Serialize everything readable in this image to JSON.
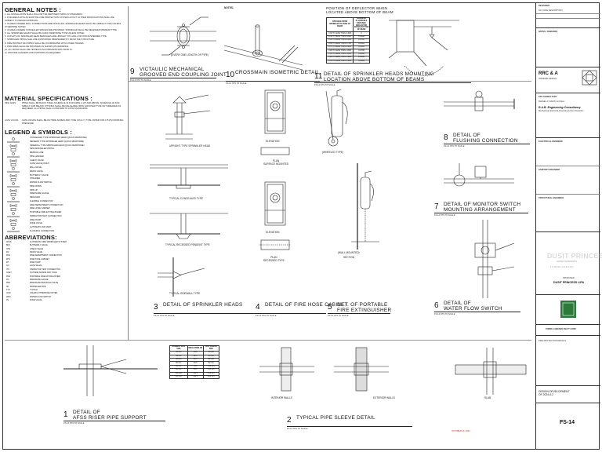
{
  "general_notes": {
    "title": "GENERAL NOTES :",
    "items": [
      "1. ALL INSTALLATION SHALL FOLLOW THE PERTINENT NFPA-13 STANDARDS.",
      "2. FOR AREAS WITH AN EXISTING FIRE PROTECTION SYSTEM LAYOUT, SYSTEM MODIFICATIONS SHALL BE SUBJECT TO DESIGN APPROVAL.",
      "3. IN AREAS WHERE WALL CONNECTIONS ARE INSTALLED, SPRINKLER HEADS SHALL BE UPRIGHT TYPE UNLESS OTHERWISE NOTED.",
      "4. IN AREAS WHERE CONCEALED SPACES ARE PROVIDED, SPRINKLER SHALL BE RECESSED PENDENT TYPE.",
      "5. ALL SPRINKLER HEADS SHALL BE QUICK RESPONSE TYPE UNLESS NOTED.",
      "6. OUTLETS OF SPRINKLER HEAD BRANCHES ARE UPRIGHT TO A WALL OR NON-SUSPENDED TYPE.",
      "7. SPRINKLER PIPING SHALL BE SUPPORTED INDEPENDENTLY FROM THE STRUCTURE.",
      "8. FIRE PROTECTION PIPING SHALL BE COORDINATED WITH OTHER TRADES.",
      "9. PIPE SIZES SHALL BE PROVIDED AS SHOWN ON DRAWINGS.",
      "10. ALL PIPING SHALL BE TESTED IN ACCORDANCE WITH NFPA 13.",
      "11. PROVIDE HANGERS AND SUPPORTS AS REQUIRED."
    ]
  },
  "material_specs": {
    "title": "MATERIAL SPECIFICATIONS :",
    "pipe_label": "PIPE SIZES",
    "pipe_text": "PIPES SHALL BE BLACK STEEL SCHEDULE 40 FOR SIZES 2-1/2\" AND ABOVE, SCHEDULE 40 FOR SIZES 2\" AND BELOW. FITTINGS SHALL BE MALLEABLE IRON, GROOVED TYPE OR THREADED AS REQUIRED. ALL PIPING SHALL CONFORM TO ASTM STANDARDS.",
    "valve_label": "GATE VALVES",
    "valve_text": "GATE VALVES SHALL BE OUTSIDE SCREW AND YOKE (OS & Y) TYPE, RATED FOR 175 PSI WORKING PRESSURE."
  },
  "legend": {
    "title": "LEGEND & SYMBOLS :",
    "items": [
      "CONCEALED TYPE SPRINKLER HEAD (QUICK RESPONSE)",
      "PENDENT TYPE SPRINKLER HEAD (QUICK RESPONSE)",
      "SIDEWALL TYPE SPRINKLER HEAD (QUICK RESPONSE)",
      "NEW SPRINKLER PIPING",
      "BRANCH LINE",
      "PIPE HANGER",
      "CHECK VALVE",
      "GATE VALVE (OS&Y)",
      "BALL VALVE",
      "DRAIN VALVE",
      "BUTTERFLY VALVE",
      "STRAINER",
      "WATER FLOW SWITCH",
      "PIPE DOWN",
      "PIPE UP",
      "PRESSURE GAUGE",
      "REDUCER",
      "FLEXIBLE CONNECTOR",
      "FIRE DEPARTMENT CONNECTION",
      "FIRE HOSE CABINET",
      "PORTABLE FIRE EXTINGUISHER",
      "INSPECTOR TEST CONNECTION",
      "FIRE PUMP",
      "ZONE VALVE",
      "AUTOMATIC AIR VENT",
      "FLUSHING CONNECTION"
    ]
  },
  "abbreviations": {
    "title": "ABBREVIATIONS:",
    "items": [
      [
        "AFSS",
        "AUTOMATIC FIRE SPRINKLER SYSTEM"
      ],
      [
        "BFV",
        "BUTTERFLY VALVE"
      ],
      [
        "CHV",
        "CHECK VALVE"
      ],
      [
        "DV",
        "DRAIN VALVE"
      ],
      [
        "FDC",
        "FIRE DEPARTMENT CONNECTION"
      ],
      [
        "FHC",
        "FIRE HOSE CABINET"
      ],
      [
        "FP",
        "FIRE PUMP"
      ],
      [
        "GV",
        "GATE VALVE"
      ],
      [
        "ITC",
        "INSPECTOR TEST CONNECTION"
      ],
      [
        "OS&Y",
        "OUTSIDE SCREW AND YOKE"
      ],
      [
        "PFE",
        "PORTABLE FIRE EXTINGUISHER"
      ],
      [
        "PG",
        "PRESSURE GAUGE"
      ],
      [
        "PRV",
        "PRESSURE REDUCING VALVE"
      ],
      [
        "SP",
        "SPRINKLER PIPE"
      ],
      [
        "TYP",
        "TYPICAL"
      ],
      [
        "UON",
        "UNLESS OTHERWISE NOTED"
      ],
      [
        "WFS",
        "WATER FLOW SWITCH"
      ],
      [
        "ZV",
        "ZONE VALVE"
      ]
    ]
  },
  "details": {
    "d9": {
      "num": "9",
      "title": "VICTAULIC MECHANICAL\nGROOVED END COUPLING JOINT",
      "sub": "FS-14   NTS   TO   SCALE"
    },
    "d10": {
      "num": "10",
      "title": "CROSSMAIN ISOMETRIC DETAIL",
      "sub": "FS-14   NTS   TO   SCALE"
    },
    "d11": {
      "num": "11",
      "title": "DETAIL OF SPRINKLER HEADS MOUNTING\nLOCATION ABOVE BOTTOM OF BEAMS",
      "sub": "FS-14   NTS   TO   SCALE"
    },
    "d3": {
      "num": "3",
      "title": "DETAIL OF SPRINKLER HEADS",
      "sub": "FS-14   NTS   TO   SCALE"
    },
    "d4": {
      "num": "4",
      "title": "DETAIL OF FIRE HOSE CABINET",
      "sub": "FS-14   NTS   TO   SCALE"
    },
    "d5": {
      "num": "5",
      "title": "DET. OF PORTABLE\nFIRE EXTINGUISHER",
      "sub": "FS-14   NTS   TO   SCALE"
    },
    "d6": {
      "num": "6",
      "title": "DETAIL OF\nWATER FLOW SWITCH",
      "sub": "FS-14   NTS   TO   SCALE"
    },
    "d7": {
      "num": "7",
      "title": "DETAIL OF MONITOR SWITCH\nMOUNTING ARRANGEMENT",
      "sub": "FS-14   NTS   TO   SCALE"
    },
    "d8": {
      "num": "8",
      "title": "DETAIL OF\nFLUSHING CONNECTION",
      "sub": "FS-14   NTS   TO   SCALE"
    },
    "d1": {
      "num": "1",
      "title": "DETAIL OF\nAFSS RISER PIPE SUPPORT",
      "sub": "FS-14   NTS   TO   SCALE"
    },
    "d2": {
      "num": "2",
      "title": "TYPICAL PIPE SLEEVE DETAIL",
      "sub": "FS-14   NTS   TO   SCALE"
    }
  },
  "labels": {
    "every_length": "(EVERY ONE LENGTH OF PIPE)",
    "notes_title": "NOTES:",
    "upright": "UPRIGHT TYPE SPRINKLER HEAD",
    "concealed": "TYPICAL CONCEALED TYPE",
    "recessed": "TYPICAL RECESSED PENDENT TYPE",
    "sidewall": "TYPICAL SIDEWALL TYPE",
    "elevation": "ELEVATION",
    "plan_surface": "PLAN\nSURFACE MOUNTED",
    "plan_recessed": "PLAN\nRECESSED TYPE",
    "wheeled": "(WHEELED TYPE)",
    "wall_mounted": "(WALL MOUNTED)",
    "section": "SECTION",
    "interior_walls": "INTERIOR WALLS",
    "exterior_walls": "EXTERIOR WALLS",
    "slab": "SLAB",
    "position_title": "POSITION OF DEFLECTOR WHEN\nLOCATED ABOVE BOTTOM OF BEAM",
    "date_stamp": "OCTOBER 26, 2024"
  },
  "beam_table": {
    "header": [
      "DISTANCE FROM SPRINKLER TO SIDE OF BEAM",
      "MAXIMUM ALLOWABLE DISTANCE DEFLECTOR ABOVE BOTTOM OF BEAM"
    ],
    "rows": [
      [
        "0.00 TO LESS THAN 0.30M",
        "0"
      ],
      [
        "0.30 TO LESS THAN 0.45M",
        "0.064M"
      ],
      [
        "0.45 TO LESS THAN 0.60M",
        "0.076M"
      ],
      [
        "0.60 TO LESS THAN 0.75M",
        "0.102M"
      ],
      [
        "0.75 TO LESS THAN 0.90M",
        "0.152M"
      ],
      [
        "0.90 TO LESS THAN 1.05M",
        "0.178M"
      ],
      [
        "1.05 TO LESS THAN 1.20M",
        "0.203M"
      ],
      [
        "1.20 TO LESS THAN 1.35M",
        "0.254M"
      ],
      [
        "1.35 TO LESS THAN 1.50M",
        "0.305M"
      ]
    ]
  },
  "sleeve_table": {
    "header": [
      "NOMINAL PIPE SIZE",
      "INSULATION OD",
      "PIPE SLEEVE SIZE"
    ],
    "rows": [
      [
        "25 mm",
        "34.0",
        "65 mm"
      ],
      [
        "32 mm",
        "42.5",
        "65 mm"
      ],
      [
        "40 mm",
        "48.5",
        "80 mm"
      ],
      [
        "50 mm",
        "60.5",
        "80 mm"
      ],
      [
        "65 mm",
        "76.0",
        "100 mm"
      ],
      [
        "80 mm",
        "89.0",
        "125 mm"
      ],
      [
        "100 mm",
        "114.5",
        "150 mm"
      ],
      [
        "150 mm",
        "168.5",
        "200 mm"
      ]
    ]
  },
  "title_block": {
    "revisions": "REVISIONS",
    "rev_head": "NO.   DATE   DESCRIPTION",
    "notes_label": "NOTES / REMARKS",
    "firm_name": "RRC & A",
    "firm_sub": "INTERIOR DESIGN",
    "consultant_label": "FPS CONSULTANT",
    "consultant_engineer": "RAFAEL R. DAVID, Architect",
    "consultant_firm": "R.A.B. Engineering Consultancy",
    "consultant_sub": "Mechanical, Electrical, Plumbing & Fire Protection",
    "electrical_label": "ELECTRICAL ENGINEER",
    "sanitary_label": "SANITARY ENGINEER",
    "structural_label": "STRUCTURAL ENGINEER",
    "dp_logo": "DUSIT PRINCESS",
    "dp_sub": "HOTELS & RESORTS",
    "tl_logo": "T O R R E   L O R E N Z O",
    "project_label": "PROPOSED",
    "project_name": "DUSIT PRINCESS LIPA",
    "developer": "TORRE LORENZO DEV'T CORP.",
    "sheet_title": "FIRE PROTECTION DETAILS",
    "phase": "DESIGN DEVELOPMENT\nOF 2024 A.2",
    "sheet_no": "FS-14"
  },
  "colors": {
    "line": "#222222",
    "accent_red": "#cc2222",
    "logo_gray": "#c8c8c8",
    "logo_green": "#2a7a3a"
  }
}
